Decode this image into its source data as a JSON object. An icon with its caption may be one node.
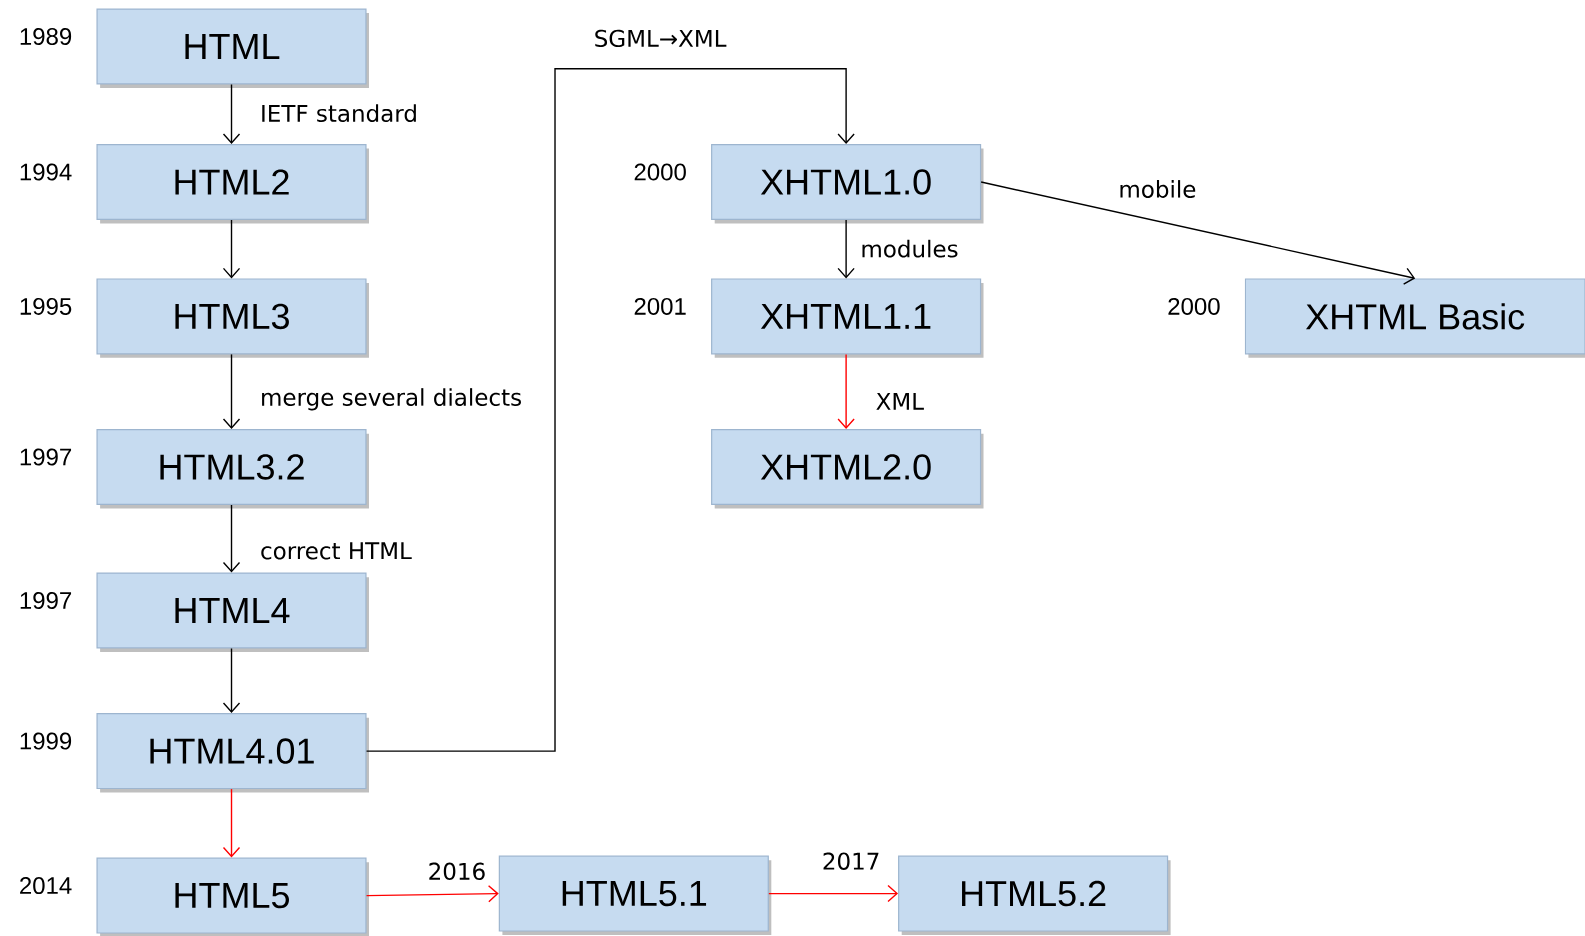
{
  "diagram": {
    "nodes": [
      {
        "text": [
          "HTML"
        ],
        "beside": [
          "1989"
        ]
      },
      {
        "text": [
          "HTML2"
        ],
        "beside": [
          "1994"
        ]
      },
      {
        "text": [
          "HTML3"
        ],
        "beside": [
          "1995"
        ]
      },
      {
        "text": [
          "HTML3.2"
        ],
        "beside": [
          "1997"
        ]
      },
      {
        "text": [
          "HTML4"
        ],
        "beside": [
          "1997"
        ]
      },
      {
        "text": [
          "HTML4.01"
        ],
        "beside": [
          "1999"
        ]
      },
      {
        "text": [
          "HTML5"
        ],
        "beside": [
          "2014"
        ]
      },
      {
        "text": [
          "HTML5.1"
        ]
      },
      {
        "text": [
          "HTML5.2"
        ]
      },
      {
        "text": [
          "XHTML1.0"
        ],
        "beside": [
          "2000"
        ]
      },
      {
        "text": [
          "XHTML1.1"
        ],
        "beside": [
          "2001"
        ]
      },
      {
        "text": [
          "XHTML2.0"
        ]
      },
      {
        "text": [
          "XHTML Basic"
        ],
        "beside": [
          "2000"
        ]
      }
    ],
    "edges": [
      {
        "from": 0,
        "to": 1,
        "arrow": "to",
        "label": "IETF standard"
      },
      {
        "from": 1,
        "to": 2,
        "arrow": "to"
      },
      {
        "from": 2,
        "to": 3,
        "arrow": "to",
        "label": "merge several dialects"
      },
      {
        "from": 3,
        "to": 4,
        "arrow": "to",
        "label": "correct HTML"
      },
      {
        "from": 4,
        "to": 5,
        "arrow": "to"
      },
      {
        "from": 5,
        "to": 6,
        "arrow": "to",
        "color": "#ff0000"
      },
      {
        "from": 6,
        "to": 7,
        "arrow": "to",
        "color": "#ff0000",
        "label": "2016"
      },
      {
        "from": 7,
        "to": 8,
        "arrow": "to",
        "color": "#ff0000",
        "label": "2017"
      },
      {
        "from": 5,
        "to": 9,
        "arrow": "to",
        "label": "SGML→XML"
      },
      {
        "from": 9,
        "to": 10,
        "arrow": "to",
        "label": "modules"
      },
      {
        "from": 10,
        "to": 11,
        "arrow": "to",
        "color": "#ff0000",
        "label": "XML"
      },
      {
        "from": 9,
        "to": 12,
        "arrow": "to",
        "label": "mobile"
      }
    ]
  }
}
